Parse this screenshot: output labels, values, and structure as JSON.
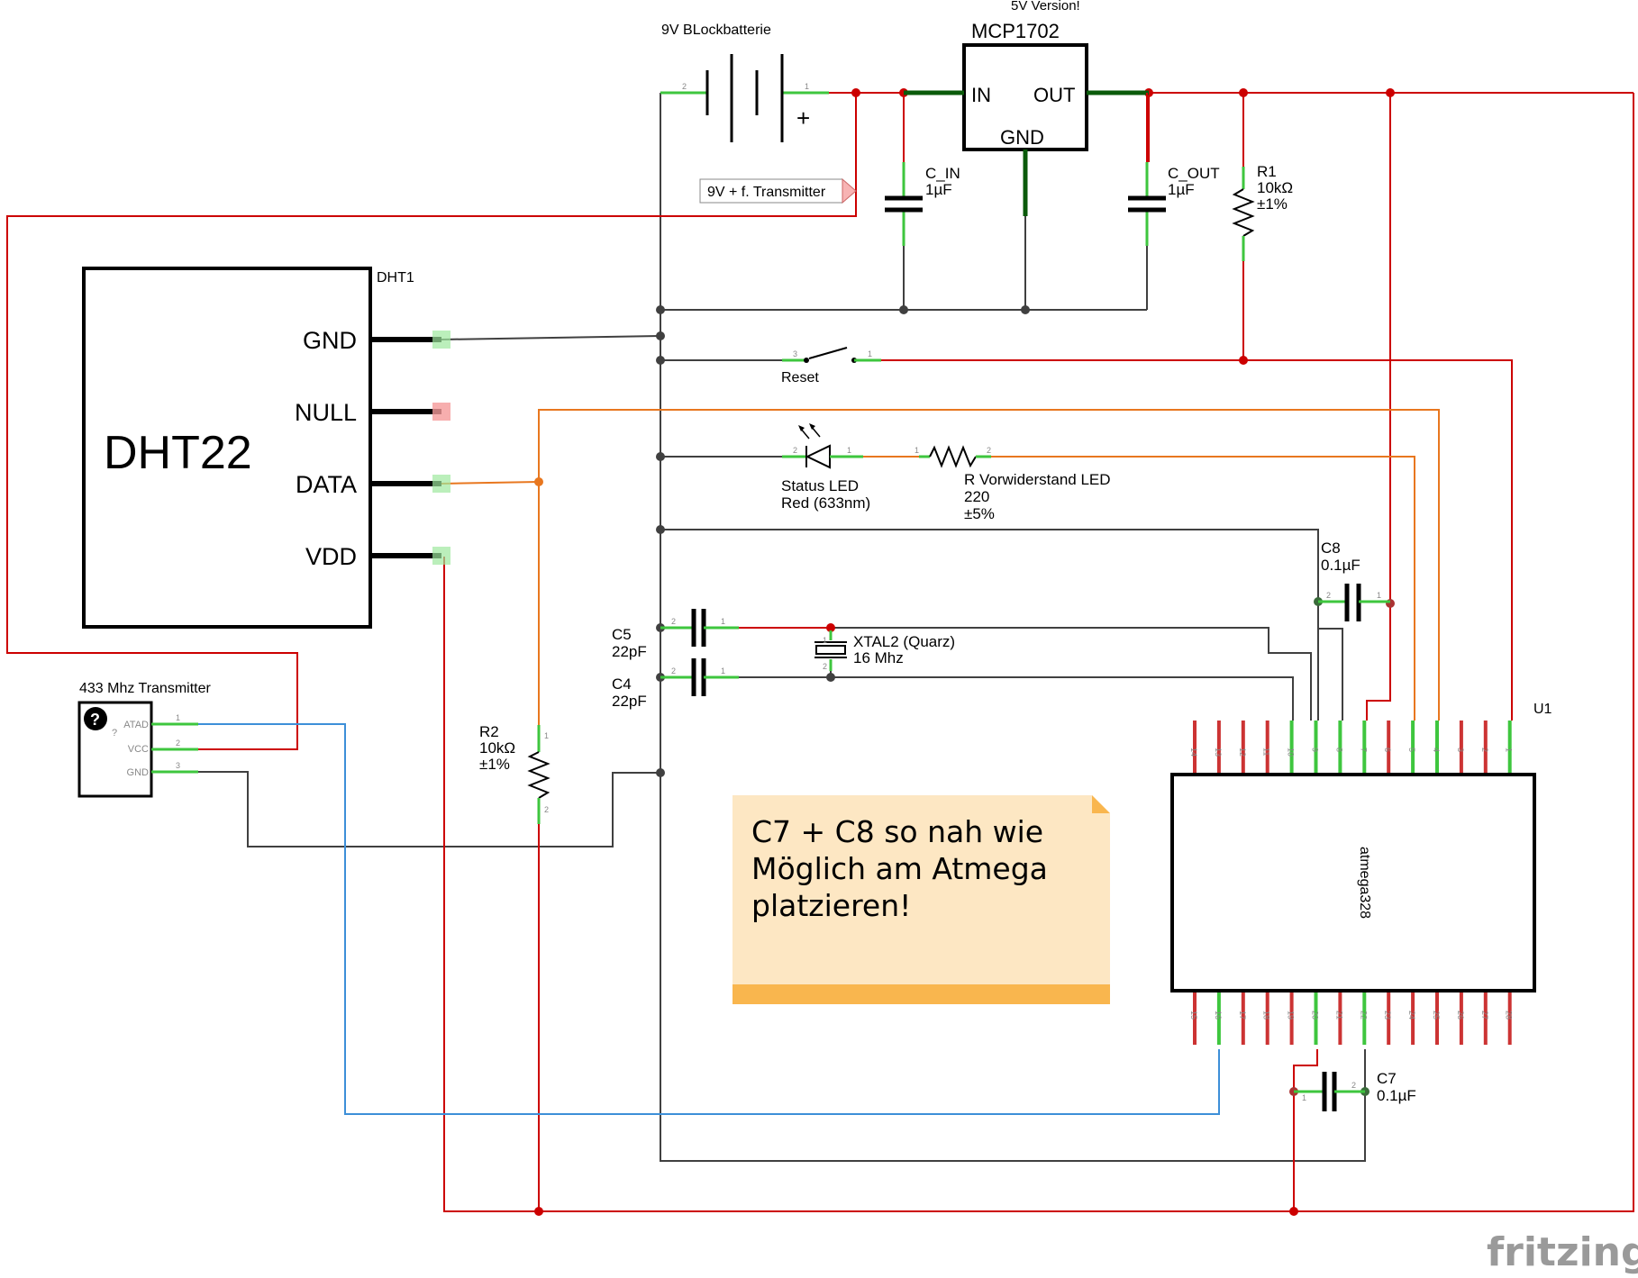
{
  "battery": {
    "label": "9V BLockbatterie",
    "plus": "+",
    "pin1": "1",
    "pin2": "2"
  },
  "regulator": {
    "version": "5V Version!",
    "name": "MCP1702",
    "in": "IN",
    "out": "OUT",
    "gnd": "GND"
  },
  "net_label": {
    "text": "9V + f. Transmitter"
  },
  "c_in": {
    "name": "C_IN",
    "value": "1µF"
  },
  "c_out": {
    "name": "C_OUT",
    "value": "1µF"
  },
  "r1": {
    "name": "R1",
    "value": "10kΩ",
    "tol": "±1%"
  },
  "dht": {
    "ref": "DHT1",
    "name": "DHT22",
    "pins": [
      "GND",
      "NULL",
      "DATA",
      "VDD"
    ]
  },
  "reset": {
    "label": "Reset"
  },
  "led": {
    "name": "Status LED",
    "color": "Red (633nm)"
  },
  "r_led": {
    "name": "R Vorwiderstand LED",
    "value": "220",
    "tol": "±5%"
  },
  "c8": {
    "name": "C8",
    "value": "0.1µF"
  },
  "c5": {
    "name": "C5",
    "value": "22pF"
  },
  "c4": {
    "name": "C4",
    "value": "22pF"
  },
  "xtal": {
    "name": "XTAL2 (Quarz)",
    "value": "16 Mhz"
  },
  "transmitter": {
    "name": "433 Mhz Transmitter",
    "pins": [
      "ATAD",
      "VCC",
      "GND"
    ],
    "q": "?"
  },
  "r2": {
    "name": "R2",
    "value": "10kΩ",
    "tol": "±1%"
  },
  "note": {
    "lines": [
      "C7 + C8 so nah wie",
      "Möglich am Atmega",
      "platzieren!"
    ]
  },
  "mcu": {
    "ref": "U1",
    "name": "atmega328",
    "top_pins": [
      {
        "num": "14",
        "label": "D8"
      },
      {
        "num": "13",
        "label": "D7"
      },
      {
        "num": "12",
        "label": "D6 (PWM)"
      },
      {
        "num": "11",
        "label": "D5 (PWM)"
      },
      {
        "num": "10",
        "label": "XLAT2"
      },
      {
        "num": "9",
        "label": "XLAT1"
      },
      {
        "num": "8",
        "label": "GND"
      },
      {
        "num": "7",
        "label": "VCC"
      },
      {
        "num": "6",
        "label": "D4"
      },
      {
        "num": "5",
        "label": "D3 (PWM)"
      },
      {
        "num": "4",
        "label": "D2"
      },
      {
        "num": "3",
        "label": "D1 (TX)"
      },
      {
        "num": "2",
        "label": "D0 (RX)"
      },
      {
        "num": "1",
        "label": "RESET"
      }
    ],
    "bottom_pins": [
      {
        "num": "15",
        "label": "D9 (PWM)"
      },
      {
        "num": "16",
        "label": "D10 (PWM)"
      },
      {
        "num": "17",
        "label": "D11 (PWM)"
      },
      {
        "num": "18",
        "label": "D12"
      },
      {
        "num": "19",
        "label": "D13"
      },
      {
        "num": "20",
        "label": "AVCC"
      },
      {
        "num": "21",
        "label": "AREF"
      },
      {
        "num": "22",
        "label": "GND"
      },
      {
        "num": "23",
        "label": "A0"
      },
      {
        "num": "24",
        "label": "A1"
      },
      {
        "num": "25",
        "label": "A2"
      },
      {
        "num": "26",
        "label": "A3"
      },
      {
        "num": "27",
        "label": "A4"
      },
      {
        "num": "28",
        "label": "A5"
      }
    ]
  },
  "c7": {
    "name": "C7",
    "value": "0.1µF"
  },
  "brand": {
    "text": "fritzing"
  },
  "colors": {
    "vcc": "#cc0000",
    "gnd": "#404040",
    "orange": "#e8771f",
    "blue": "#3d8fd8",
    "green": "#3ec63e",
    "note_bg": "#fde7c3",
    "note_bar": "#f9b64e"
  }
}
